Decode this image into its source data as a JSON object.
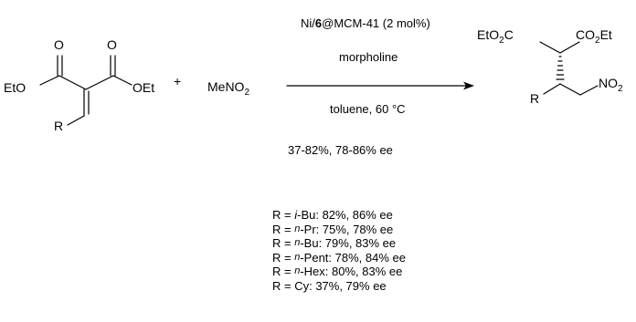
{
  "reactant1": {
    "o_left": "O",
    "o_right": "O",
    "ester_left": "EtO",
    "ester_right": "OEt",
    "r": "R"
  },
  "plus": "+",
  "reactant2": {
    "main": "MeNO",
    "sub": "2"
  },
  "conditions": {
    "catalyst_pre": "Ni/",
    "catalyst_num": "6",
    "catalyst_post": "@MCM-41 (2 mol%)",
    "base": "morpholine",
    "solvent": "toluene, 60 °C",
    "summary": "37-82%, 78-86% ee"
  },
  "product": {
    "ester_left_a": "EtO",
    "ester_left_sub": "2",
    "ester_left_b": "C",
    "ester_right_a": "CO",
    "ester_right_sub": "2",
    "ester_right_b": "Et",
    "r": "R",
    "nitro_a": "NO",
    "nitro_sub": "2"
  },
  "results": [
    {
      "pre": "R = ",
      "prefix": "i",
      "rest": "-Bu: 82%, 86% ee"
    },
    {
      "pre": "R = ",
      "prefix": "n",
      "rest": "-Pr: 75%, 78% ee"
    },
    {
      "pre": "R = ",
      "prefix": "n",
      "rest": "-Bu: 79%, 83% ee"
    },
    {
      "pre": "R = ",
      "prefix": "n",
      "rest": "-Pent: 78%, 84% ee"
    },
    {
      "pre": "R = ",
      "prefix": "n",
      "rest": "-Hex: 80%, 83% ee"
    },
    {
      "text": "R = Cy: 37%, 79% ee"
    }
  ]
}
